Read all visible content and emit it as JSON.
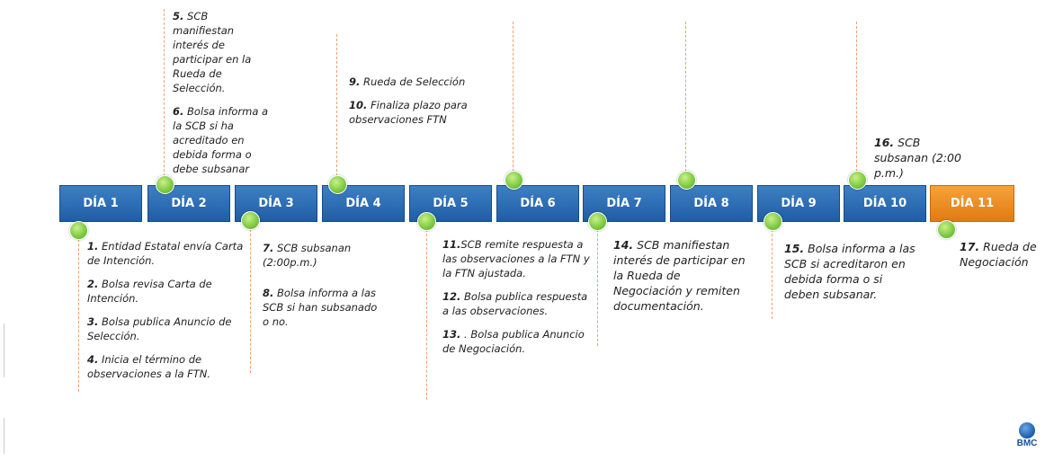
{
  "days": [
    {
      "label": "DÍA 1"
    },
    {
      "label": "DÍA 2"
    },
    {
      "label": "DÍA 3"
    },
    {
      "label": "DÍA 4"
    },
    {
      "label": "DÍA 5"
    },
    {
      "label": "DÍA 6"
    },
    {
      "label": "DÍA 7"
    },
    {
      "label": "DÍA 8"
    },
    {
      "label": "DÍA 9"
    },
    {
      "label": "DÍA 10"
    },
    {
      "label": "DÍA 11"
    }
  ],
  "colors": {
    "day_box": "#2b6db5",
    "day_final": "#f08f1e",
    "dot": "#7bc840",
    "dash": "#f0a070"
  },
  "notes": {
    "n1": {
      "num": "1.",
      "text": "Entidad Estatal envía Carta de Intención."
    },
    "n2": {
      "num": "2.",
      "text": "Bolsa revisa Carta de Intención."
    },
    "n3": {
      "num": "3.",
      "text": "Bolsa publica Anuncio de Selección."
    },
    "n4": {
      "num": "4.",
      "text": "Inicia el término de observaciones a la FTN."
    },
    "n5": {
      "num": "5.",
      "text": "SCB manifiestan interés de participar en la Rueda de Selección."
    },
    "n6": {
      "num": "6.",
      "text": "Bolsa informa a la SCB si ha acreditado en debida forma o debe subsanar"
    },
    "n7": {
      "num": "7.",
      "text": "SCB subsanan (2:00p.m.)"
    },
    "n8": {
      "num": "8.",
      "text": "Bolsa informa a las SCB si han subsanado o no."
    },
    "n9": {
      "num": "9.",
      "text": "Rueda de Selección"
    },
    "n10": {
      "num": "10.",
      "text": "Finaliza plazo para observaciones FTN"
    },
    "n11": {
      "num": "11.",
      "text": "SCB remite respuesta a las observaciones a la FTN y la FTN ajustada."
    },
    "n12": {
      "num": "12.",
      "text": "Bolsa publica respuesta a las observaciones."
    },
    "n13": {
      "num": "13.",
      "text": ". Bolsa publica Anuncio de Negociación."
    },
    "n14": {
      "num": "14.",
      "text": "SCB manifiestan interés de participar en la Rueda de Negociación y remiten documentación."
    },
    "n15": {
      "num": "15.",
      "text": "Bolsa informa a las SCB si acreditaron en debida forma o si deben subsanar."
    },
    "n16": {
      "num": "16.",
      "text": "SCB subsanan (2:00 p.m.)"
    },
    "n17": {
      "num": "17.",
      "text": "Rueda de Negociación"
    }
  },
  "logo": {
    "text": "BMC"
  }
}
